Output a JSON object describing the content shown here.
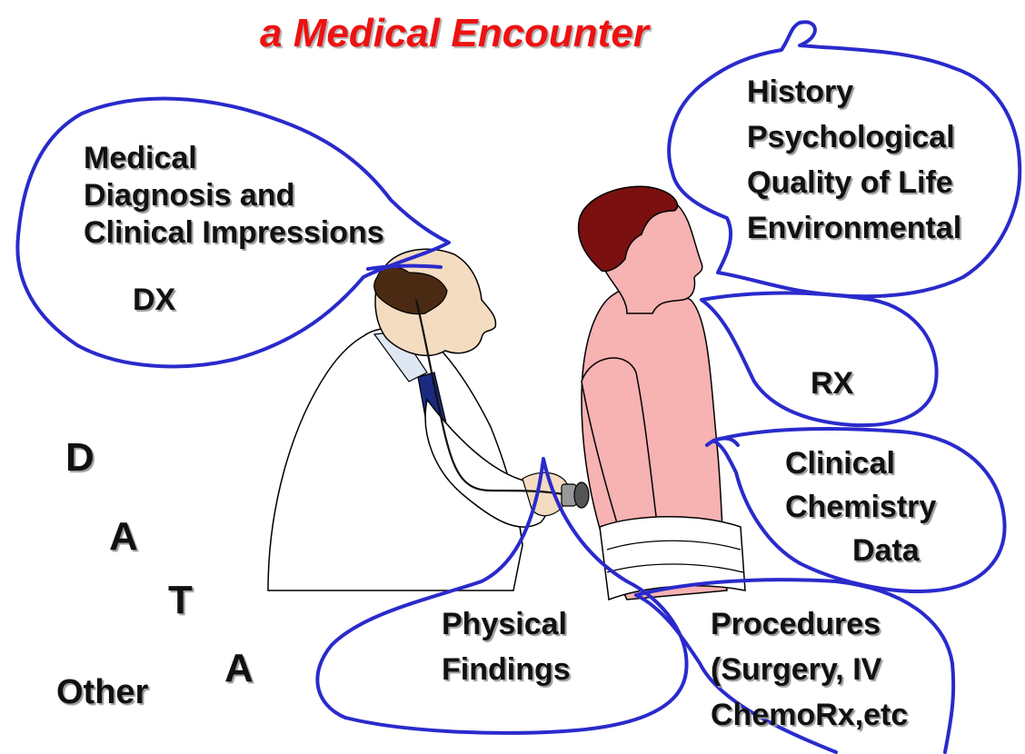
{
  "title": "a Medical Encounter",
  "bubbles": {
    "diagnosis": [
      "Medical",
      "Diagnosis and",
      "Clinical Impressions"
    ],
    "diagnosis_abbr": "DX",
    "history": [
      "History",
      "Psychological",
      "Quality of Life",
      "Environmental"
    ],
    "rx": "RX",
    "chemistry": [
      "Clinical",
      "Chemistry",
      "Data"
    ],
    "physical": [
      "Physical",
      "Findings"
    ],
    "procedures": [
      "Procedures",
      "(Surgery, IV",
      "ChemoRx,etc"
    ]
  },
  "data_letters": [
    "D",
    "A",
    "T",
    "A"
  ],
  "other_label": "Other",
  "colors": {
    "title": "#ee1111",
    "outline": "#2a2acc",
    "doctor_coat": "#ffffff",
    "doctor_skin": "#f3dcc0",
    "doctor_hair": "#4a2a12",
    "tie": "#1a2a80",
    "patient_skin": "#f7b2b2",
    "patient_hair": "#7a1010"
  }
}
